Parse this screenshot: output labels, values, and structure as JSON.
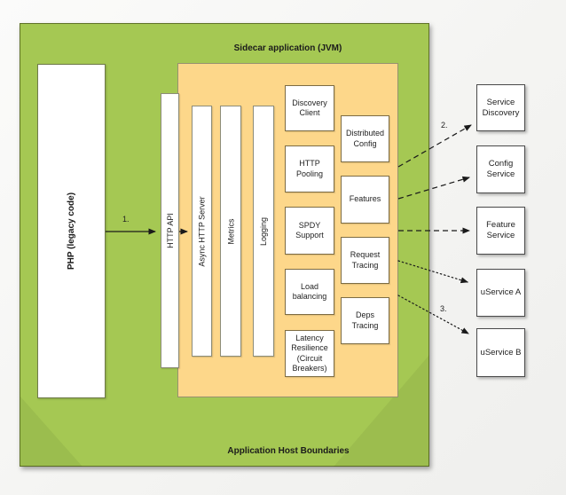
{
  "diagram": {
    "title": "Sidecar application (JVM)",
    "footer": "Application Host Boundaries",
    "php_bar": "PHP (legacy code)",
    "bars": [
      "HTTP API",
      "Async HTTP Server",
      "Metrics",
      "Logging"
    ],
    "left_modules": [
      "Discovery Client",
      "HTTP Pooling",
      "SPDY Support",
      "Load balancing",
      "Latency Resilience (Circuit Breakers)"
    ],
    "right_modules": [
      "Distributed Config",
      "Features",
      "Request Tracing",
      "Deps Tracing"
    ],
    "external_services": [
      "Service Discovery",
      "Config Service",
      "Feature Service",
      "uService A",
      "uService B"
    ],
    "step_labels": [
      "1.",
      "2.",
      "3."
    ],
    "colors": {
      "host_green": "#a5c853",
      "sidecar_orange": "#fdd78a",
      "box_fill": "#ffffff",
      "arrow": "#1a1a1a"
    }
  }
}
